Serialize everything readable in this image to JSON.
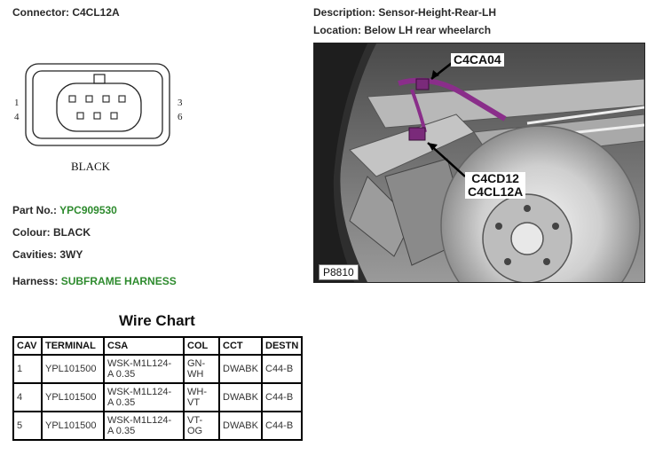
{
  "header": {
    "connector_label": "Connector:",
    "connector_value": "C4CL12A",
    "description_label": "Description:",
    "description_value": "Sensor-Height-Rear-LH",
    "location_label": "Location:",
    "location_value": "Below LH rear wheelarch"
  },
  "connector_diagram": {
    "pin_labels": [
      "1",
      "4",
      "3",
      "6"
    ],
    "caption": "BLACK"
  },
  "details": {
    "part_no_label": "Part No.:",
    "part_no_value": "YPC909530",
    "colour_label": "Colour:",
    "colour_value": "BLACK",
    "cavities_label": "Cavities:",
    "cavities_value": "3WY",
    "harness_label": "Harness:",
    "harness_value": "SUBFRAME HARNESS"
  },
  "photo": {
    "callout_top": "C4CA04",
    "callout_mid_1": "C4CD12",
    "callout_mid_2": "C4CL12A",
    "figure_id": "P8810"
  },
  "wire_chart": {
    "title": "Wire Chart",
    "columns": [
      "CAV",
      "TERMINAL",
      "CSA",
      "COL",
      "CCT",
      "DESTN"
    ],
    "rows": [
      {
        "cav": "1",
        "terminal": "YPL101500",
        "csa": "WSK-M1L124-\nA 0.35",
        "col": "GN-\nWH",
        "cct": "DWABK",
        "destn": "C44-B"
      },
      {
        "cav": "4",
        "terminal": "YPL101500",
        "csa": "WSK-M1L124-\nA 0.35",
        "col": "WH-\nVT",
        "cct": "DWABK",
        "destn": "C44-B"
      },
      {
        "cav": "5",
        "terminal": "YPL101500",
        "csa": "WSK-M1L124-\nA 0.35",
        "col": "VT-\nOG",
        "cct": "DWABK",
        "destn": "C44-B"
      }
    ]
  }
}
